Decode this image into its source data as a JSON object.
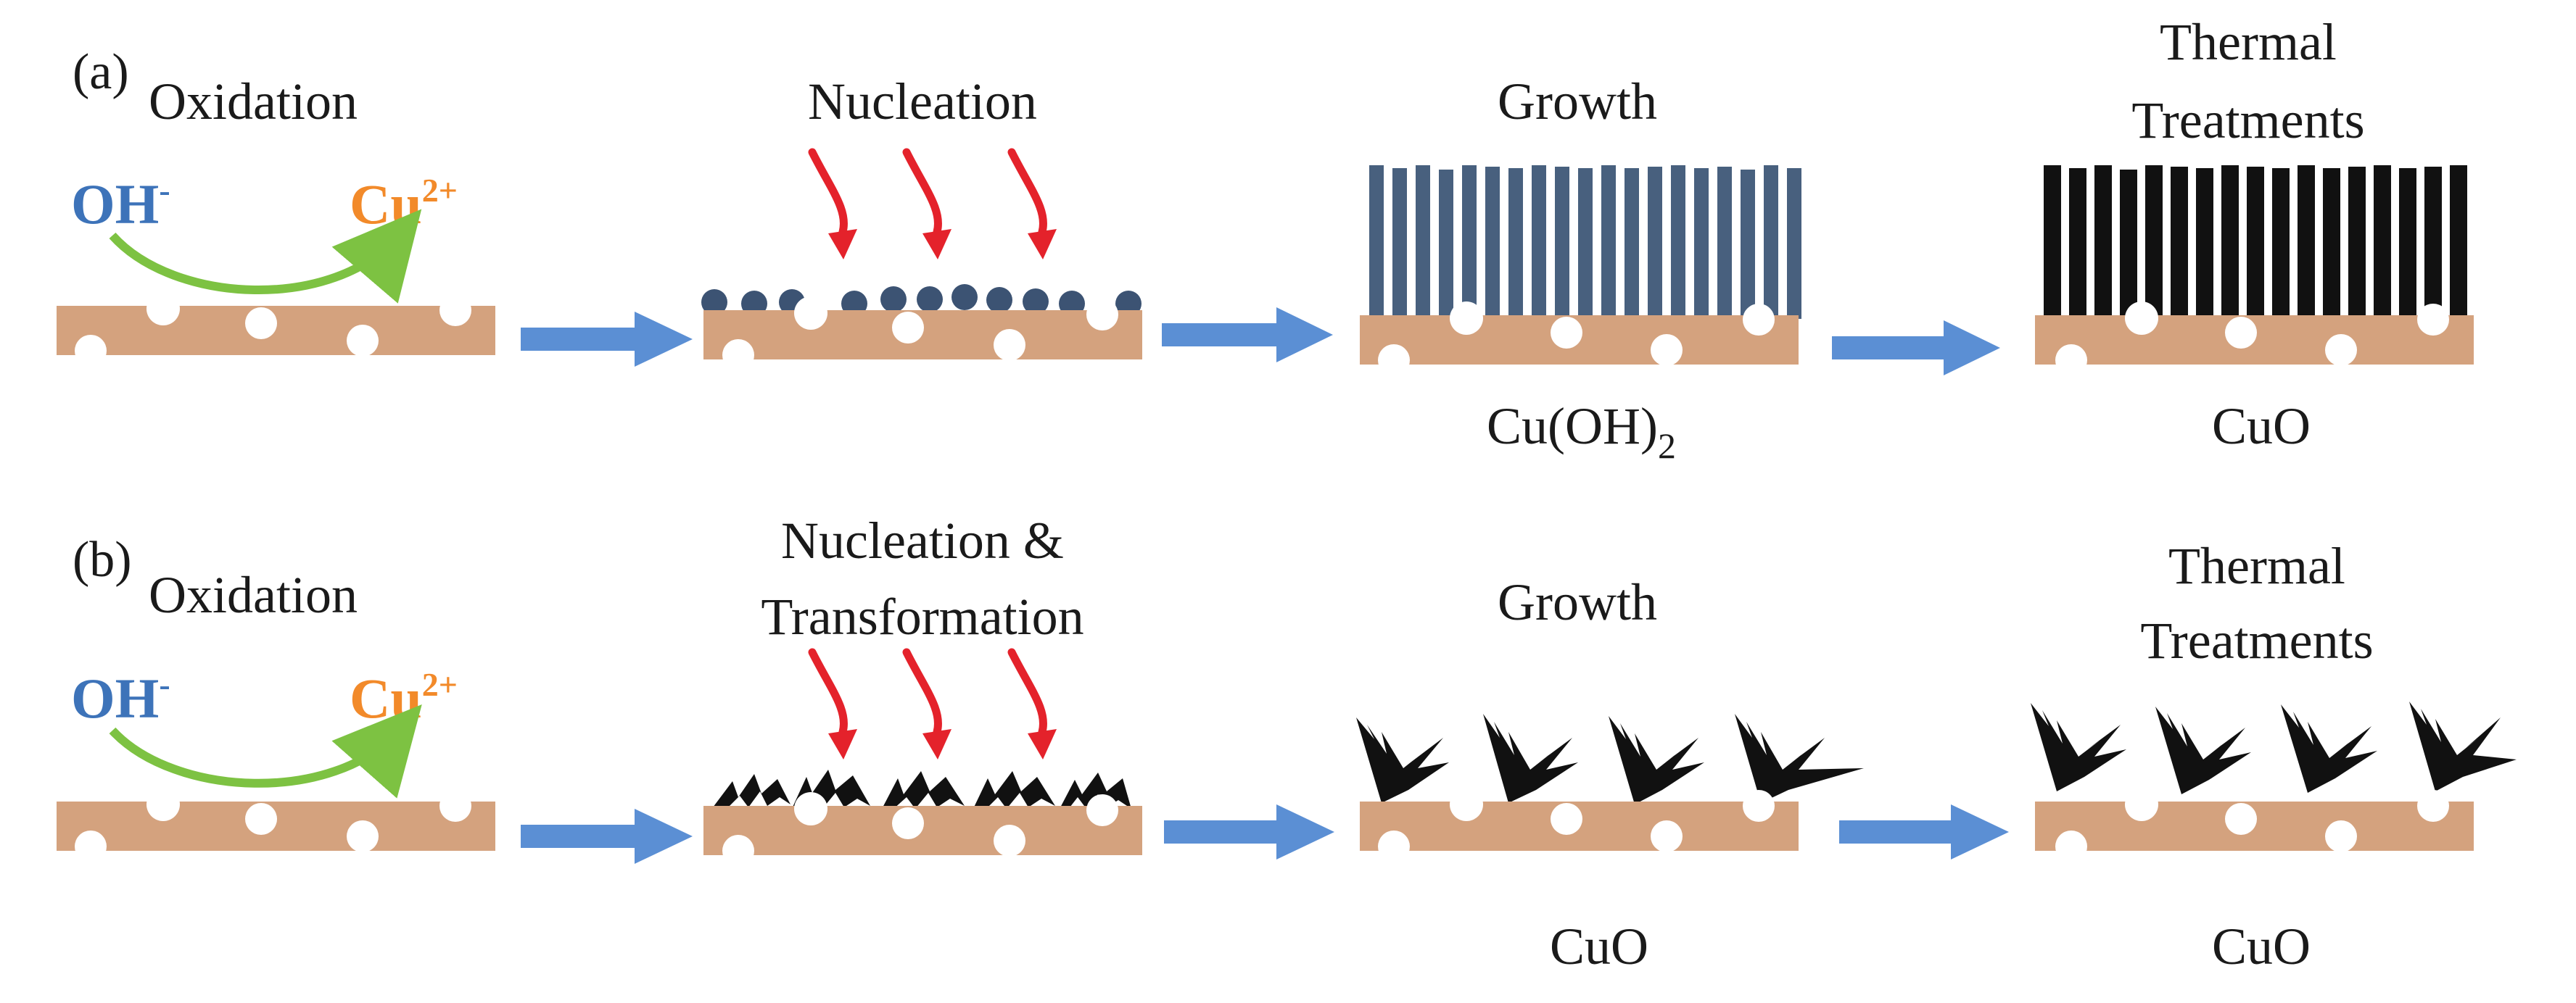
{
  "rows": [
    {
      "panel": "(a)",
      "stage1": {
        "title": "Oxidation",
        "reactant": "OH",
        "reactant_sup": "-",
        "product": "Cu",
        "product_sup": "2+"
      },
      "stage2": {
        "title_lines": [
          "Nucleation"
        ]
      },
      "stage3": {
        "title_lines": [
          "Growth"
        ],
        "product_main": "Cu(OH)",
        "product_sub": "2"
      },
      "stage4": {
        "title_lines": [
          "Thermal",
          "Treatments"
        ],
        "product_main": "CuO"
      }
    },
    {
      "panel": "(b)",
      "stage1": {
        "title": "Oxidation",
        "reactant": "OH",
        "reactant_sup": "-",
        "product": "Cu",
        "product_sup": "2+"
      },
      "stage2": {
        "title_lines": [
          "Nucleation &",
          "Transformation"
        ]
      },
      "stage3": {
        "title_lines": [
          "Growth"
        ],
        "product_main": "CuO"
      },
      "stage4": {
        "title_lines": [
          "Thermal",
          "Treatments"
        ],
        "product_main": "CuO"
      }
    }
  ],
  "colors": {
    "substrate": "#d4a27e",
    "process_arrow": "#5b8fd4",
    "nucleation_arrow": "#e4222b",
    "reaction_arrow": "#7dc242",
    "hydroxide": "#3d73b9",
    "copper_ion": "#f28a2a",
    "nuclei": "#3c5373",
    "cu_oh2_rod": "#48607e",
    "cuo_rod": "#111111"
  }
}
